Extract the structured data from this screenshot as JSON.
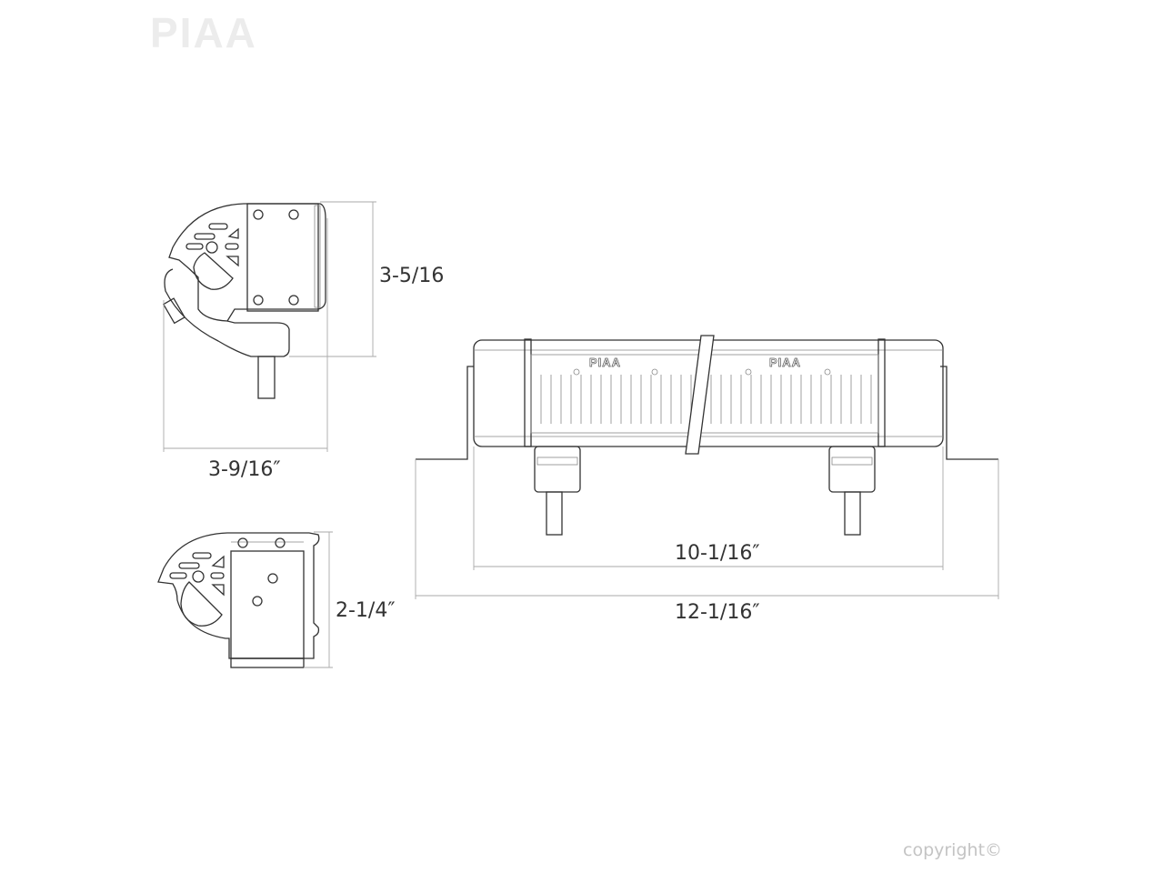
{
  "watermark": {
    "brand": "PIAA"
  },
  "product_logo": "PIAA",
  "dimensions": {
    "side_height": "3-5/16",
    "side_width": "3-9/16″",
    "compact_height": "2-1/4″",
    "inner_width": "10-1/16″",
    "overall_width": "12-1/16″"
  },
  "copyright": "copyright©"
}
